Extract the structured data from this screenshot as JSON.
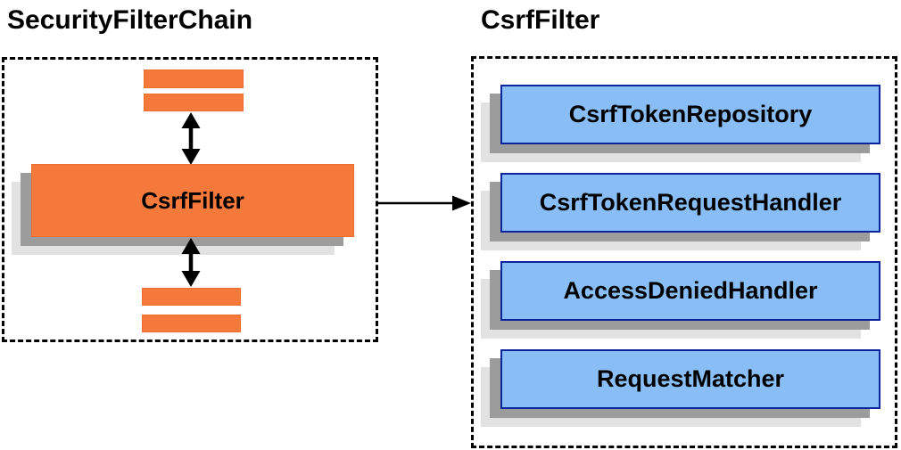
{
  "left_panel": {
    "title": "SecurityFilterChain",
    "csrf_filter_label": "CsrfFilter"
  },
  "right_panel": {
    "title": "CsrfFilter",
    "components": [
      {
        "label": "CsrfTokenRepository"
      },
      {
        "label": "CsrfTokenRequestHandler"
      },
      {
        "label": "AccessDeniedHandler"
      },
      {
        "label": "RequestMatcher"
      }
    ]
  },
  "icons": {
    "vertical_double_arrow": "up-down-arrow",
    "flow_arrow": "right-arrow"
  },
  "colors": {
    "filter_orange": "#F4793B",
    "component_blue": "#88BEF5",
    "component_border_navy": "#0B259C",
    "shadow_dark_gray": "#9C9C9C",
    "shadow_light_gray": "#E2E2E2",
    "line_black": "#000000"
  }
}
